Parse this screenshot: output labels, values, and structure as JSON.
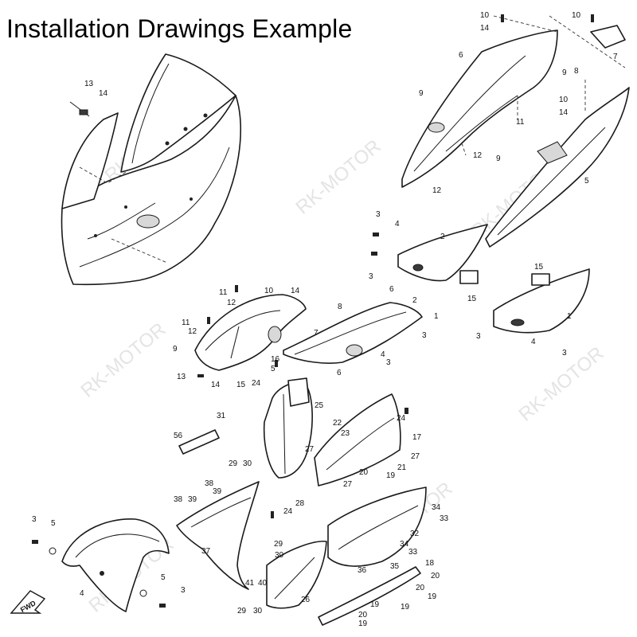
{
  "title": "Installation Drawings Example",
  "watermark": "RK-MOTOR",
  "fwd_label": "FWD",
  "callouts": [
    "1",
    "2",
    "3",
    "4",
    "5",
    "6",
    "7",
    "8",
    "9",
    "10",
    "11",
    "12",
    "13",
    "14",
    "15",
    "16",
    "17",
    "18",
    "19",
    "20",
    "21",
    "22",
    "23",
    "24",
    "25",
    "26",
    "27",
    "28",
    "29",
    "30",
    "31",
    "32",
    "33",
    "34",
    "35",
    "36",
    "37",
    "38",
    "39",
    "40",
    "41",
    "56"
  ]
}
